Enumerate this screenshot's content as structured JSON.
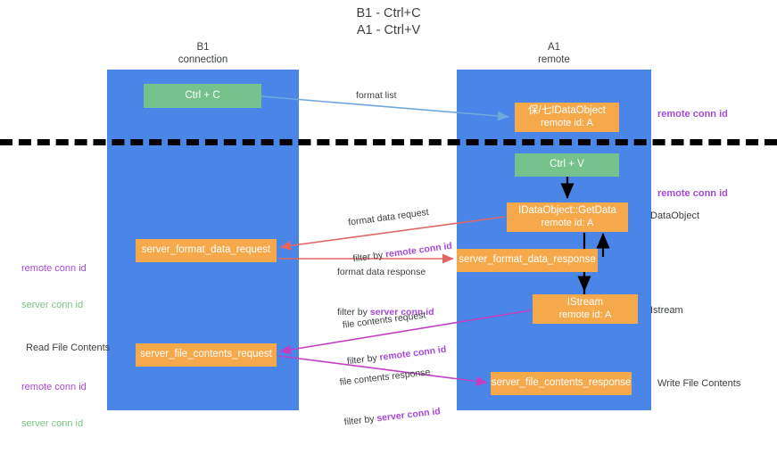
{
  "title": "B1 - Ctrl+C\nA1 - Ctrl+V",
  "lanes": {
    "left": {
      "name": "B1",
      "role": "connection",
      "header": "B1\nconnection",
      "color": "#4a86e8"
    },
    "right": {
      "name": "A1",
      "role": "remote",
      "header": "A1\nremote",
      "color": "#4a86e8"
    }
  },
  "colors": {
    "lane": "#4a86e8",
    "green_box": "#76c28c",
    "orange_box": "#f6a94a",
    "remote_conn_id": "#a64ad9",
    "server_conn_id": "#7ac47f",
    "arrow_format_list": "#6fa8dc",
    "arrow_format_data": "#e06666",
    "arrow_file_contents": "#c340c3",
    "arrow_black": "#000000",
    "divider": "#000000"
  },
  "boxes": {
    "ctrl_c": {
      "line1": "Ctrl + C",
      "line2": ""
    },
    "idataobject": {
      "line1": "保/七IDataObject",
      "line2": "remote id: A"
    },
    "ctrl_v": {
      "line1": "Ctrl + V",
      "line2": ""
    },
    "getdata": {
      "line1": "IDataObject::GetData",
      "line2": "remote id: A"
    },
    "server_format_data_request": {
      "line1": "server_format_data_request",
      "line2": ""
    },
    "server_format_data_response": {
      "line1": "server_format_data_response",
      "line2": ""
    },
    "istream": {
      "line1": "IStream",
      "line2": "remote id: A"
    },
    "server_file_contents_request": {
      "line1": "server_file_contents_request",
      "line2": ""
    },
    "server_file_contents_response": {
      "line1": "server_file_contents_response",
      "line2": ""
    }
  },
  "side_labels": {
    "remote_conn_id_top": "remote conn id",
    "remote_conn_id_mid": "remote conn id",
    "dataobject": "DataObject",
    "istream": "Istream",
    "write_file_contents": "Write File Contents",
    "read_file_contents": "Read File Contents",
    "legend_remote": "remote conn id",
    "legend_server": "server conn id"
  },
  "edges": {
    "format_list": {
      "label": "format list"
    },
    "format_data_request": {
      "label": "format data request",
      "filter_prefix": "filter by ",
      "filter_key": "remote conn id"
    },
    "format_data_response": {
      "label": "format data response",
      "filter_prefix": "filter by ",
      "filter_key": "server conn id"
    },
    "file_contents_request": {
      "label": "file contents request",
      "filter_prefix": "filter by ",
      "filter_key": "remote conn id"
    },
    "file_contents_response": {
      "label": "file contents response",
      "filter_prefix": "filter by ",
      "filter_key": "server conn id"
    }
  }
}
